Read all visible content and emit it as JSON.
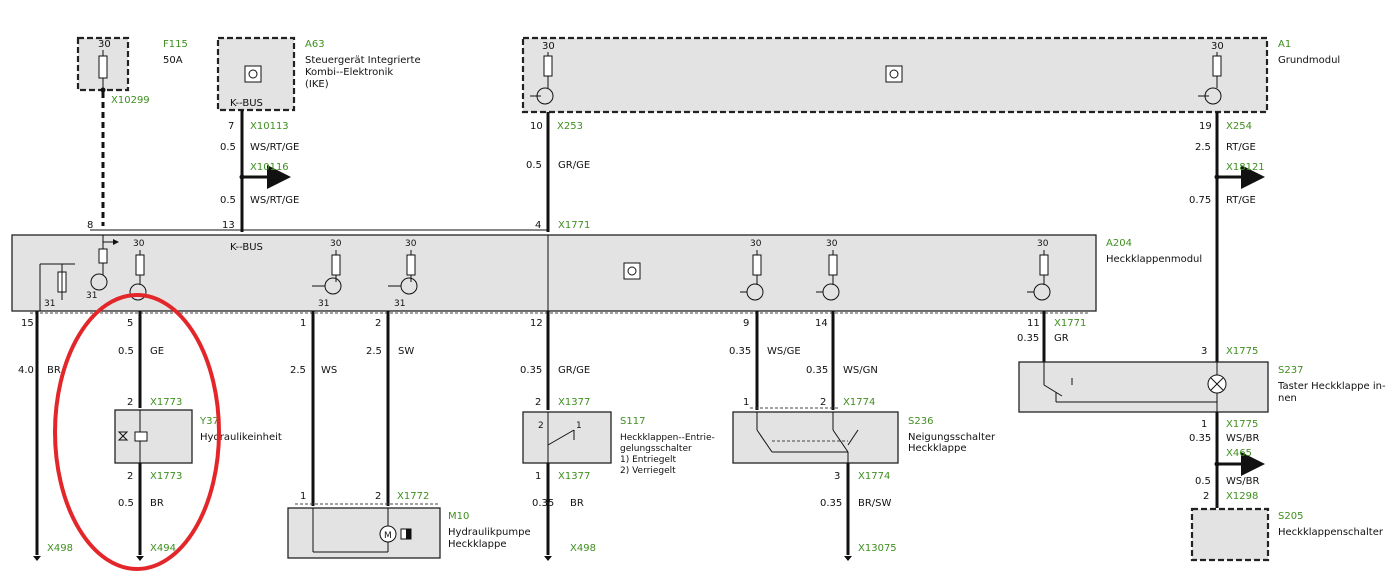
{
  "colors": {
    "label_green": "#3f8f1f",
    "box_fill": "#e3e3e3",
    "highlight_red": "#e3262a"
  },
  "components": {
    "f115": {
      "id": "F115",
      "desc": "50A",
      "pin": "30",
      "conn": "X10299"
    },
    "a63": {
      "id": "A63",
      "desc1": "Steuergerät Integrierte",
      "desc2": "Kombi--Elektronik",
      "desc3": "(IKE)",
      "bus": "K--BUS",
      "pin": "7",
      "conn": "X10113"
    },
    "a1": {
      "id": "A1",
      "desc": "Grundmodul",
      "pin_left_top": "30",
      "pin_right_top": "30",
      "pin_left": "10",
      "conn_left": "X253",
      "pin_right": "19",
      "conn_right": "X254"
    },
    "a204": {
      "id": "A204",
      "desc": "Heckklappenmodul",
      "bus": "K--BUS",
      "conn": "X1771",
      "pins_top": [
        "8",
        "13",
        "4"
      ],
      "pins_bottom": [
        "15",
        "5",
        "1",
        "2",
        "12",
        "9",
        "14",
        "11"
      ],
      "supply": "30",
      "ground": "31"
    },
    "y37": {
      "id": "Y37",
      "desc": "Hydraulikeinheit",
      "pin_top": "2",
      "conn_top": "X1773",
      "pin_bottom": "2",
      "conn_bottom": "X1773"
    },
    "m10": {
      "id": "M10",
      "desc1": "Hydraulikpumpe",
      "desc2": "Heckklappe",
      "pin1": "1",
      "pin2": "2",
      "conn": "X1772",
      "motor": "M"
    },
    "s117": {
      "id": "S117",
      "desc1": "Heckklappen--Entrie-",
      "desc2": "gelungsschalter",
      "desc3": "1) Entriegelt",
      "desc4": "2) Verriegelt",
      "pin_top": "2",
      "conn_top": "X1377",
      "pin_bottom": "1",
      "conn_bottom": "X1377",
      "contact_left": "2",
      "contact_right": "1"
    },
    "s236": {
      "id": "S236",
      "desc1": "Neigungsschalter",
      "desc2": "Heckklappe",
      "pin_left": "1",
      "pin_right": "2",
      "conn_top": "X1774",
      "pin_bottom": "3",
      "conn_bottom": "X1774"
    },
    "s237": {
      "id": "S237",
      "desc1": "Taster Heckklappe in-",
      "desc2": "nen",
      "pin_top": "3",
      "conn_top": "X1775",
      "pin_bottom": "1",
      "conn_bottom": "X1775"
    },
    "s205": {
      "id": "S205",
      "desc": "Heckklappenschalter",
      "pin": "2",
      "conn": "X1298"
    }
  },
  "wires": {
    "ike_top": {
      "size": "0.5",
      "color": "WS/RT/GE"
    },
    "ike_branch": "X10116",
    "ike_bottom": {
      "size": "0.5",
      "color": "WS/RT/GE"
    },
    "a1_left": {
      "size": "0.5",
      "color": "GR/GE"
    },
    "a1_right_top": {
      "size": "2.5",
      "color": "RT/GE"
    },
    "a1_right_branch": "X18121",
    "a1_right_bottom": {
      "size": "0.75",
      "color": "RT/GE"
    },
    "p15": {
      "size": "4.0",
      "color": "BR",
      "ground": "X498"
    },
    "p5": {
      "size": "0.5",
      "color": "GE"
    },
    "y37_ground": {
      "size": "0.5",
      "color": "BR",
      "ground": "X494"
    },
    "p1": {
      "size": "2.5",
      "color": "WS"
    },
    "p2": {
      "size": "2.5",
      "color": "SW"
    },
    "p12": {
      "size": "0.35",
      "color": "GR/GE"
    },
    "s117_ground": {
      "size": "0.35",
      "color": "BR",
      "ground": "X498"
    },
    "p9": {
      "size": "0.35",
      "color": "WS/GE"
    },
    "p14": {
      "size": "0.35",
      "color": "WS/GN"
    },
    "s236_ground": {
      "size": "0.35",
      "color": "BR/SW",
      "ground": "X13075"
    },
    "p11": {
      "size": "0.35",
      "color": "GR"
    },
    "s237_out": {
      "size": "0.35",
      "color": "WS/BR"
    },
    "s237_branch": "X465",
    "s205_in": {
      "size": "0.5",
      "color": "WS/BR"
    }
  }
}
